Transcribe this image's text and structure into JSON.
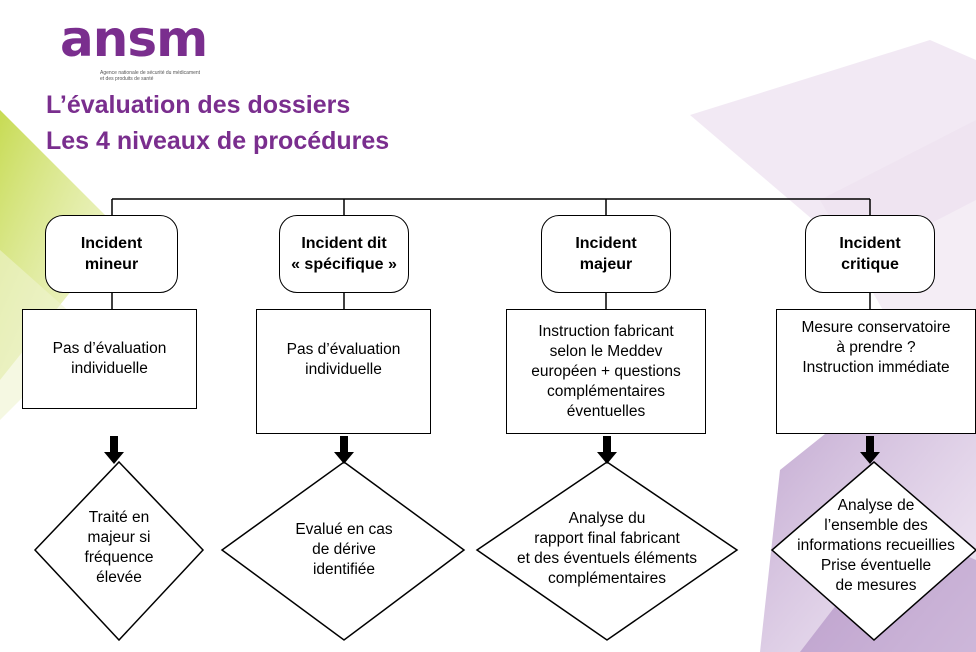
{
  "logo": {
    "wordmark": "ansm",
    "subtitle": [
      "Agence nationale de sécurité du médicament",
      "et des produits de santé"
    ]
  },
  "title": {
    "line1": "L’évaluation des dossiers",
    "line2": "Les 4 niveaux de procédures"
  },
  "columns": [
    {
      "level": [
        "Incident",
        "mineur"
      ],
      "evaluation": [
        "Pas d’évaluation",
        "individuelle"
      ],
      "outcome": [
        "Traité en",
        "majeur si",
        "fréquence",
        "élevée"
      ]
    },
    {
      "level": [
        "Incident dit",
        "« spécifique »"
      ],
      "evaluation": [
        "Pas d’évaluation",
        "individuelle"
      ],
      "outcome": [
        "Evalué en cas",
        "de dérive",
        "identifiée"
      ]
    },
    {
      "level": [
        "Incident",
        "majeur"
      ],
      "evaluation": [
        "Instruction fabricant",
        "selon le Meddev",
        "européen + questions",
        "complémentaires",
        "éventuelles"
      ],
      "outcome": [
        "Analyse du",
        "rapport final fabricant",
        "et des éventuels éléments",
        "complémentaires"
      ]
    },
    {
      "level": [
        "Incident",
        "critique"
      ],
      "evaluation": [
        "Mesure conservatoire",
        "à prendre ?",
        "Instruction immédiate"
      ],
      "outcome": [
        "Analyse de",
        "l’ensemble des",
        "informations recueillies",
        "Prise éventuelle",
        "de mesures"
      ]
    }
  ],
  "colors": {
    "title": "#7a2e8e",
    "accent_green": "#c4d94a",
    "accent_purple": "#8a5aa6",
    "accent_lilac": "#e6d7ea"
  }
}
